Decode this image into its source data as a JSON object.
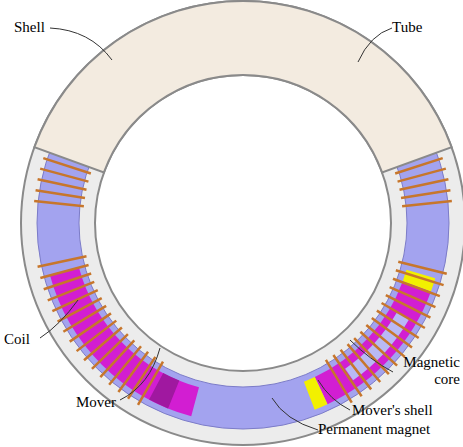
{
  "diagram": {
    "labels": [
      "Shell",
      "Tube",
      "Coil",
      "Mover",
      "Magnetic core",
      "Mover's shell",
      "Permanent magnet"
    ]
  }
}
